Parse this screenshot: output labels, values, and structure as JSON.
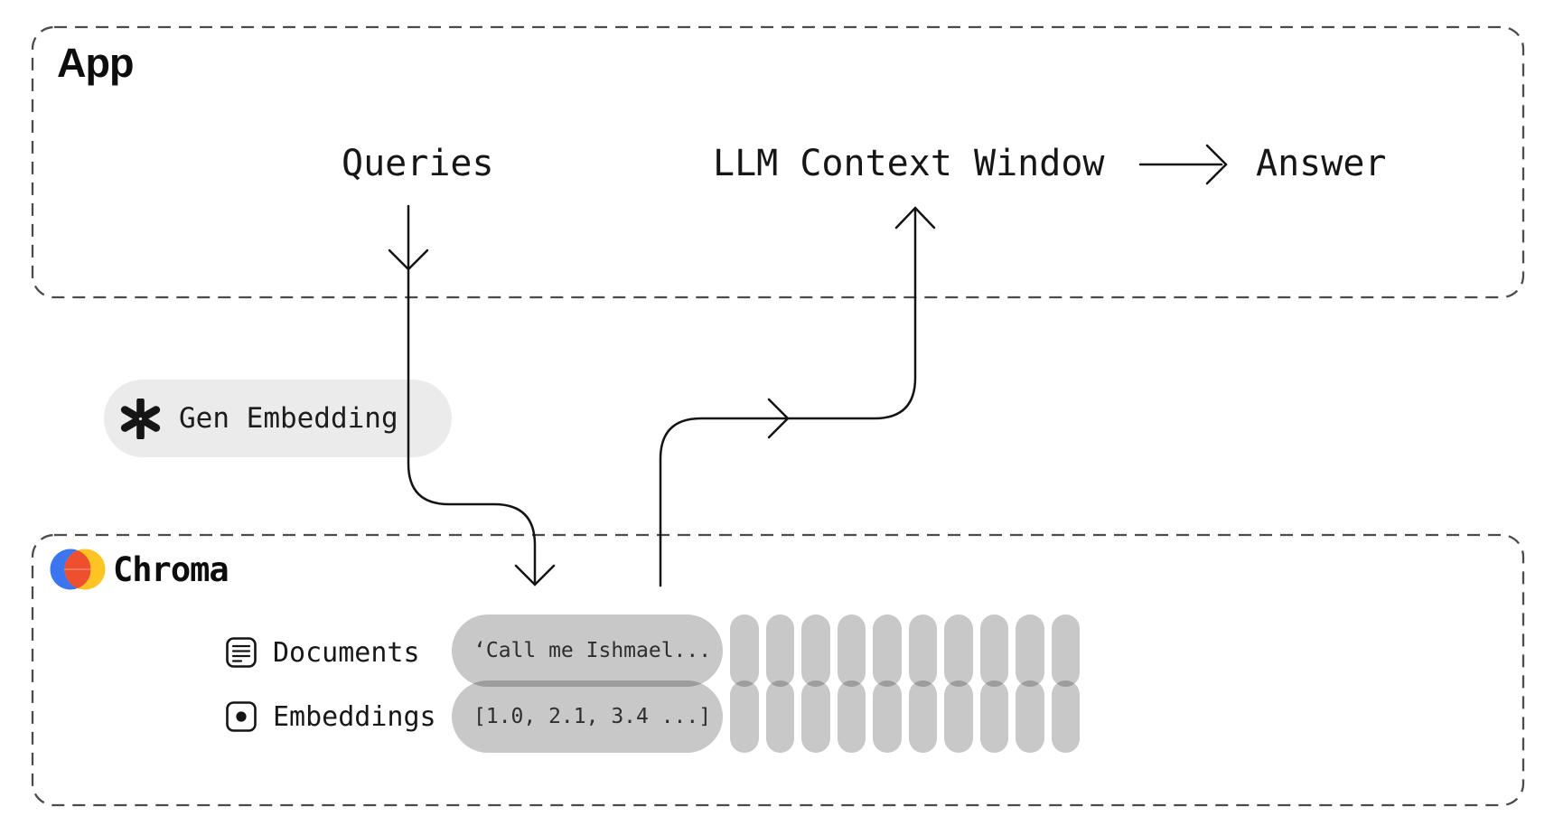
{
  "app": {
    "title": "App",
    "queries_label": "Queries",
    "llm_label": "LLM Context Window",
    "answer_label": "Answer"
  },
  "pipeline": {
    "gen_embedding_label": "Gen Embedding"
  },
  "chroma": {
    "title": "Chroma",
    "documents_label": "Documents",
    "documents_value": "‘Call me Ishmael...",
    "embeddings_label": "Embeddings",
    "embeddings_value": "[1.0, 2.1, 3.4 ...]",
    "vector_columns": 10
  },
  "colors": {
    "logo_blue": "#3b76f0",
    "logo_yellow": "#fdc424",
    "logo_red": "#ee4f2f",
    "pill_gray": "#c8c8c8",
    "gen_pill_gray": "#ebebeb",
    "line_black": "#141414",
    "dash_gray": "#4b4b4b"
  }
}
